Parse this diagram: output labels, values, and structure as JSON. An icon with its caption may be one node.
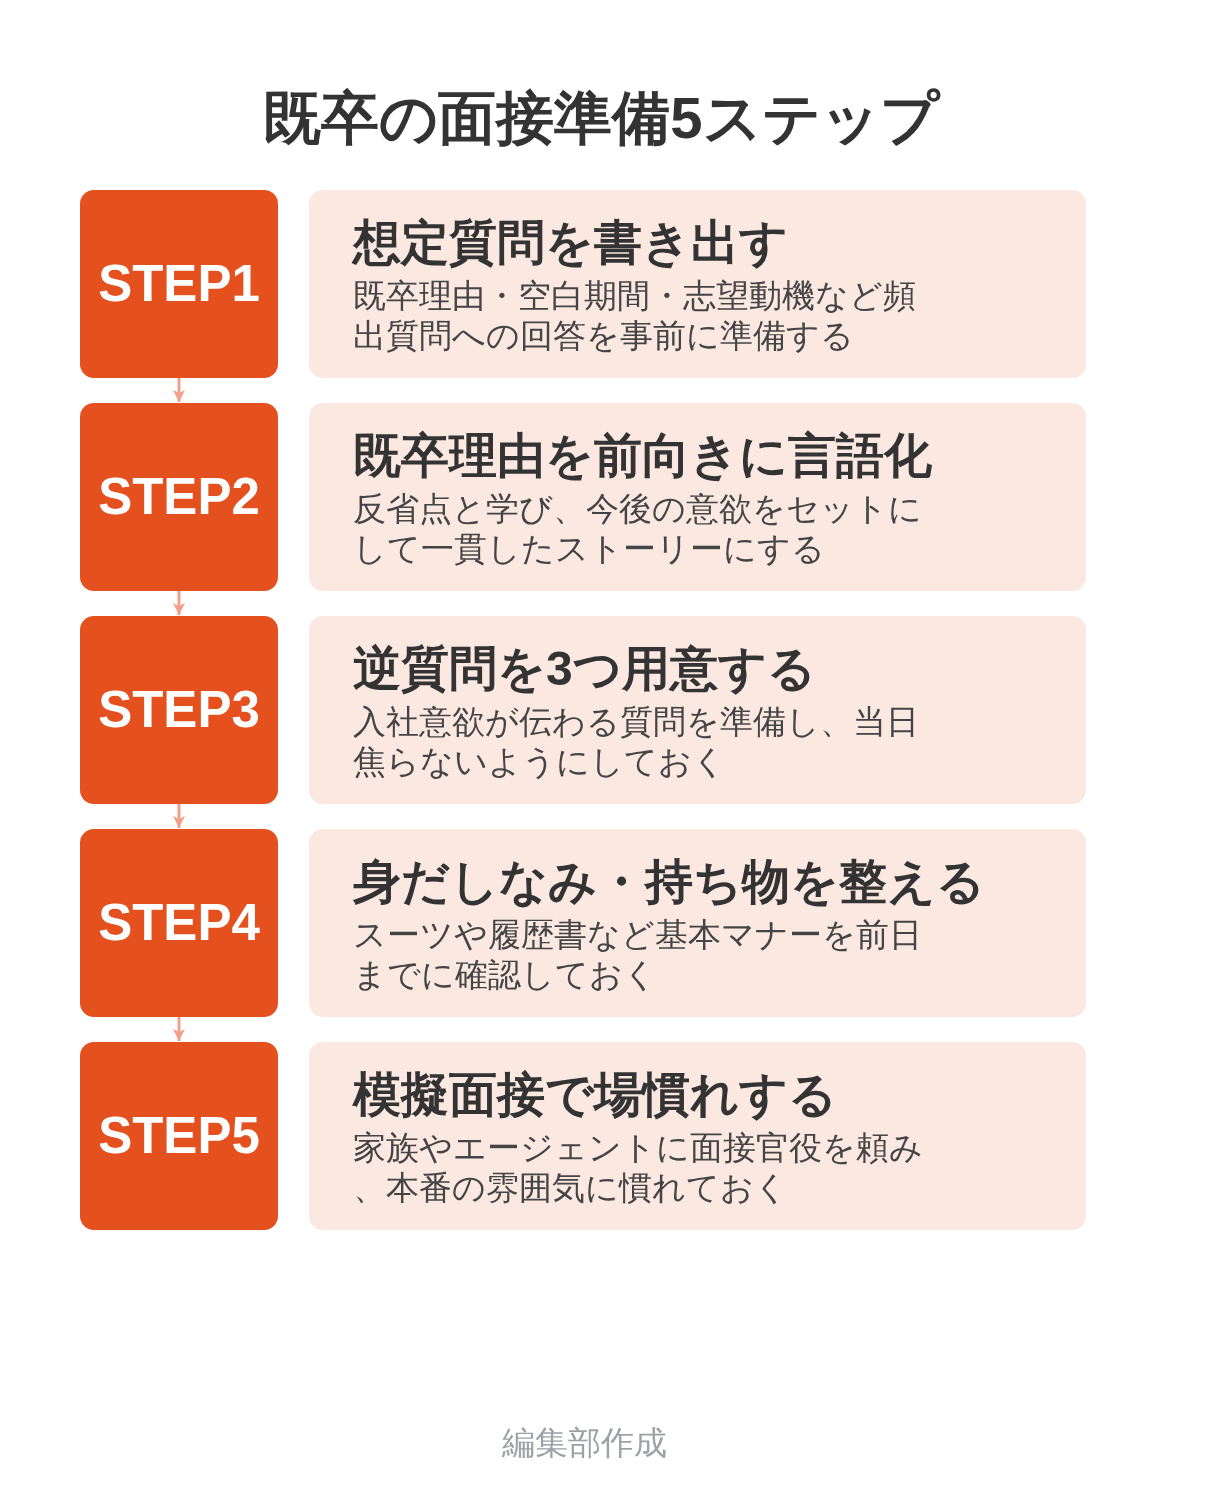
{
  "diagram": {
    "title": "既卒の面接準備5ステップ",
    "nodes": [
      {
        "text": [
          "STEP1"
        ]
      },
      {
        "text": [
          "想定質問を書き出す",
          "既卒理由・空白期間・志望動機など頻出質問への回答を事前に準備する"
        ]
      },
      {
        "text": [
          "STEP2"
        ]
      },
      {
        "text": [
          "既卒理由を前向きに言語化",
          "反省点と学び、今後の意欲をセットにして一貫したストーリーにする"
        ]
      },
      {
        "text": [
          "STEP3"
        ]
      },
      {
        "text": [
          "逆質問を3つ用意する",
          "入社意欲が伝わる質問を準備し、当日焦らないようにしておく"
        ]
      },
      {
        "text": [
          "STEP4"
        ]
      },
      {
        "text": [
          "身だしなみ・持ち物を整える",
          "スーツや履歴書など基本マナーを前日までに確認しておく"
        ]
      },
      {
        "text": [
          "STEP5"
        ]
      },
      {
        "text": [
          "模擬面接で場慣れする",
          "家族やエージェントに面接官役を頼み、本番の雰囲気に慣れておく"
        ]
      }
    ],
    "edges": [
      {
        "from": 0,
        "to": 2,
        "arrow": "to"
      },
      {
        "from": 2,
        "to": 4,
        "arrow": "to"
      },
      {
        "from": 4,
        "to": 6,
        "arrow": "to"
      },
      {
        "from": 6,
        "to": 8,
        "arrow": "to"
      }
    ],
    "caption": "編集部作成"
  }
}
